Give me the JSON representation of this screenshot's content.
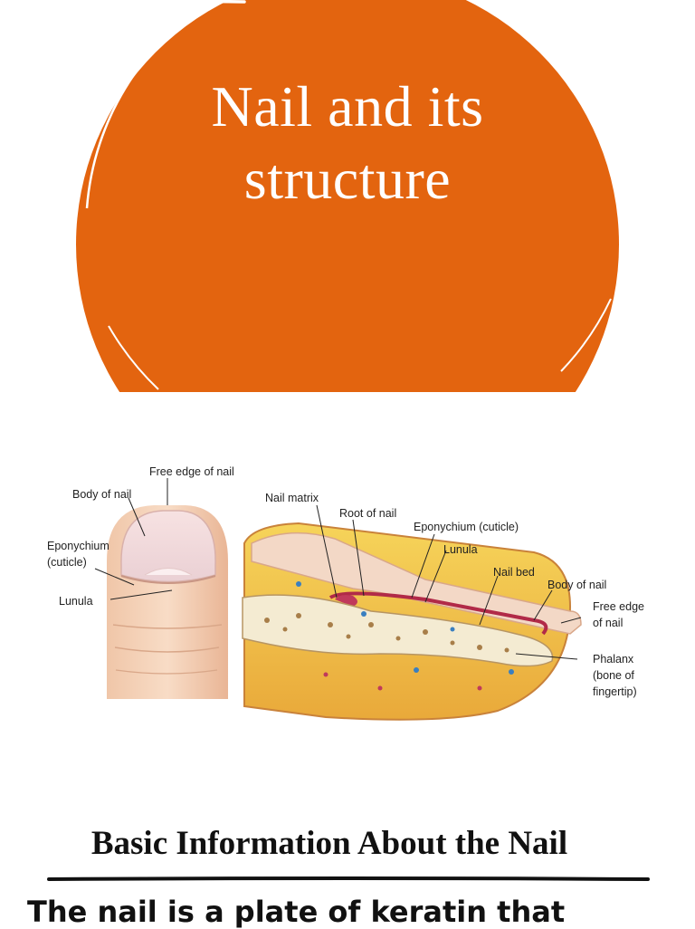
{
  "hero": {
    "title_line1": "Nail and its",
    "title_line2": "structure",
    "color": "#e3640f"
  },
  "diagram": {
    "labels": {
      "free_edge_top": "Free edge of nail",
      "body_left": "Body of nail",
      "eponychium_left_1": "Eponychium",
      "eponychium_left_2": "(cuticle)",
      "lunula_left": "Lunula",
      "nail_matrix": "Nail matrix",
      "root_of_nail": "Root of nail",
      "eponychium_right": "Eponychium (cuticle)",
      "lunula_right": "Lunula",
      "nail_bed": "Nail bed",
      "body_right": "Body of nail",
      "free_edge_right_1": "Free edge",
      "free_edge_right_2": "of nail",
      "phalanx_1": "Phalanx",
      "phalanx_2": "(bone of",
      "phalanx_3": "fingertip)"
    }
  },
  "section": {
    "heading": "Basic Information About the Nail",
    "intro": "The nail is a plate of keratin that"
  }
}
